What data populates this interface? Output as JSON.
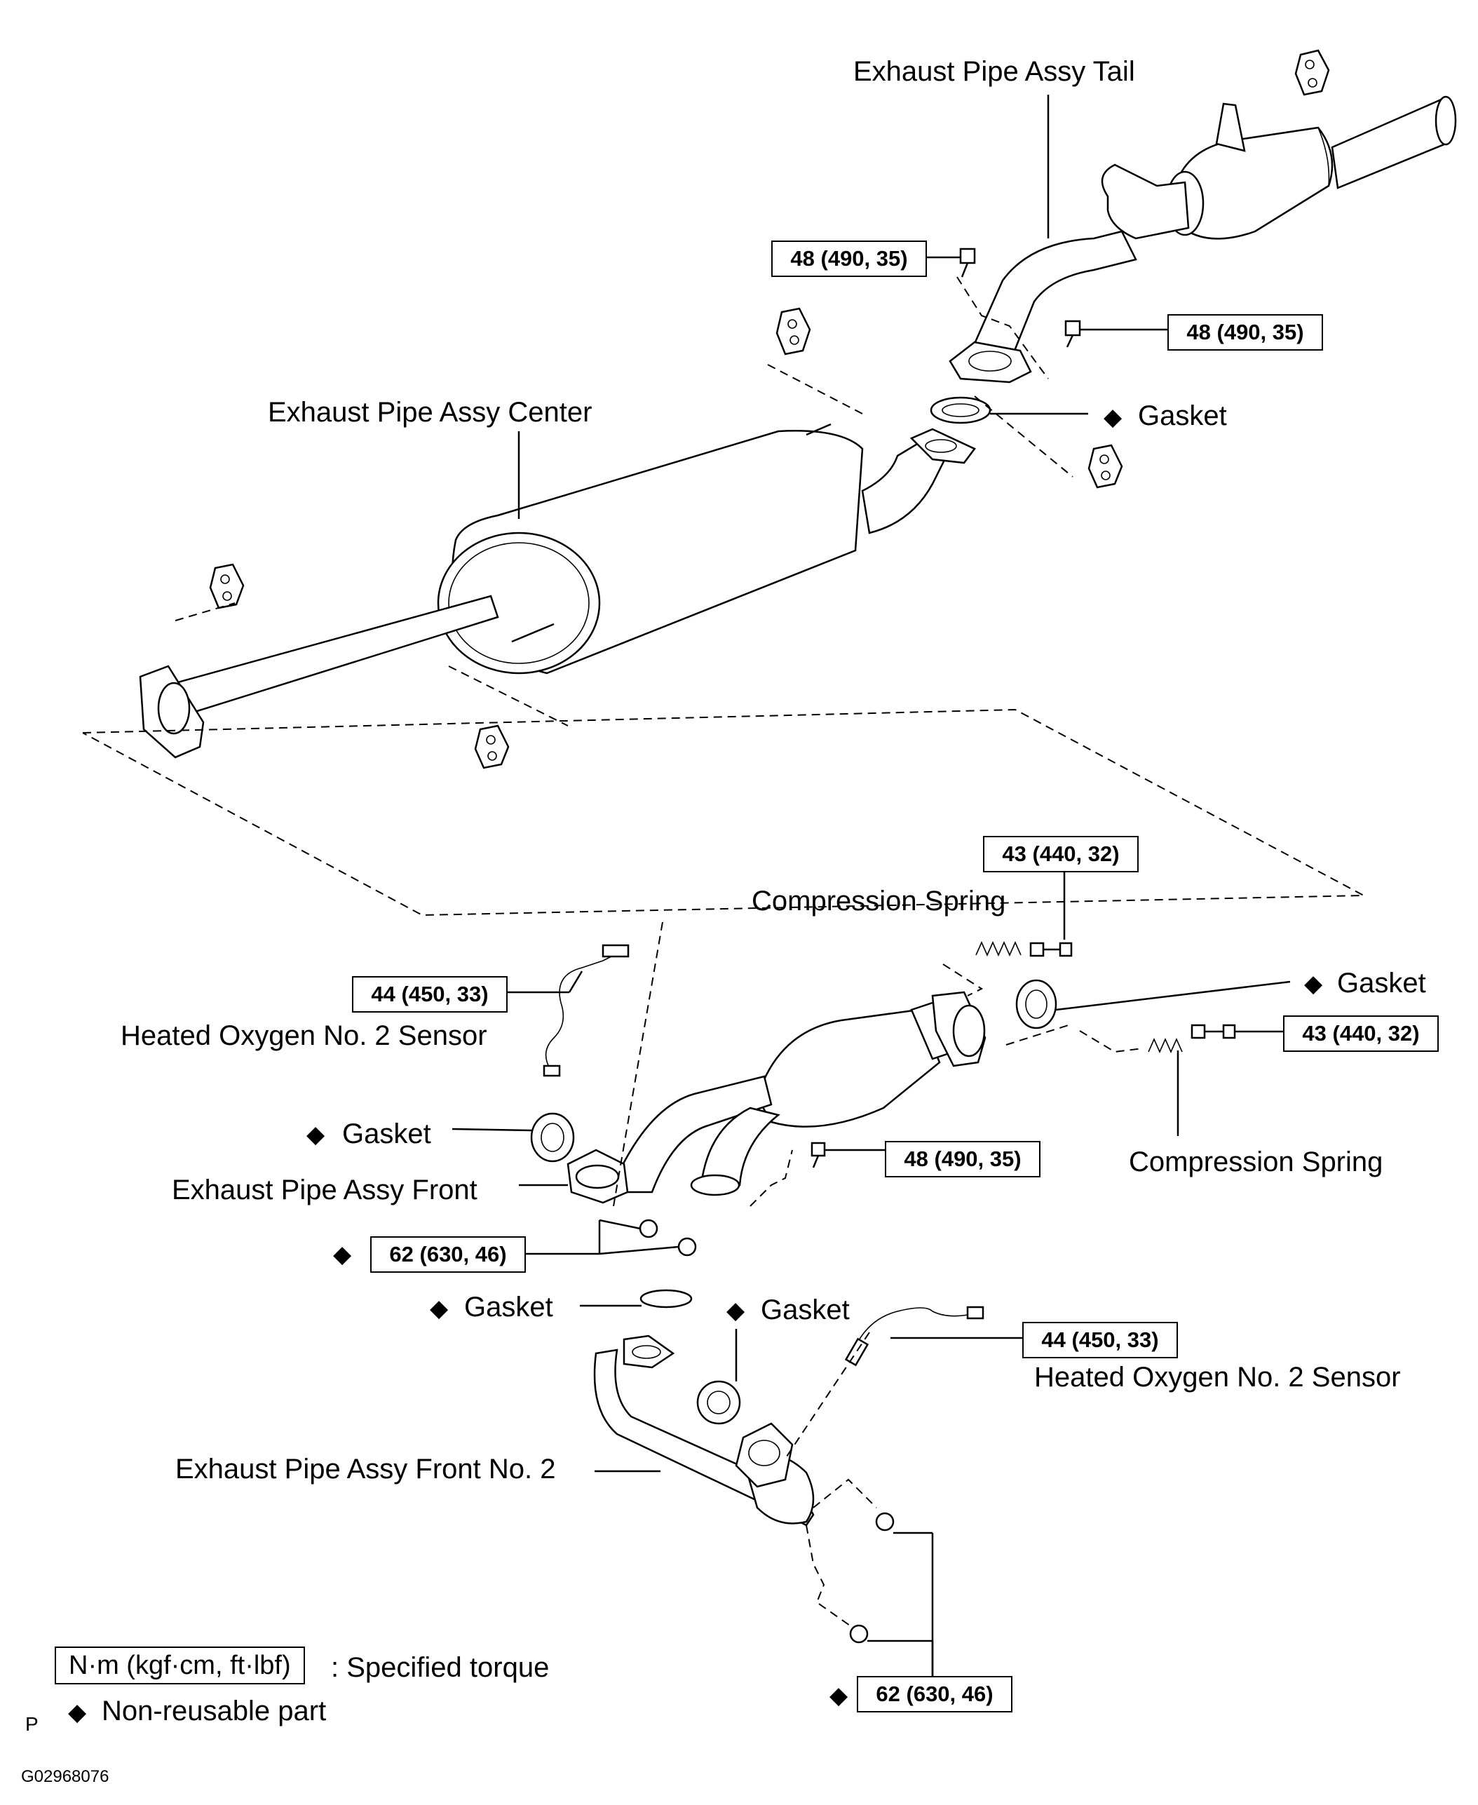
{
  "labels": {
    "tail": "Exhaust Pipe Assy Tail",
    "center": "Exhaust Pipe Assy Center",
    "front": "Exhaust Pipe Assy Front",
    "front2": "Exhaust Pipe Assy Front No. 2",
    "gasket": "Gasket",
    "spring": "Compression Spring",
    "sensor": "Heated Oxygen No. 2 Sensor"
  },
  "torques": {
    "t48": "48 (490, 35)",
    "t43": "43 (440, 32)",
    "t44": "44 (450, 33)",
    "t62": "62 (630, 46)"
  },
  "legend": {
    "unit_box": "N·m (kgf·cm, ft·lbf)",
    "unit_text": ": Specified torque",
    "nonreusable": "Non-reusable part",
    "diamond": "◆"
  },
  "corner_letter": "P",
  "figure_id": "G02968076"
}
